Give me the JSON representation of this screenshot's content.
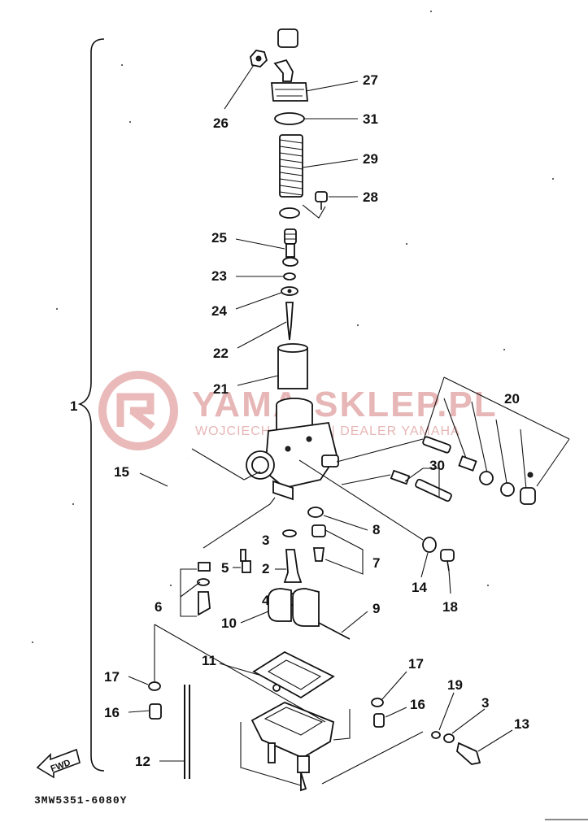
{
  "diagram": {
    "part_numbers": {
      "p1": "1",
      "p2": "2",
      "p3a": "3",
      "p3b": "3",
      "p4": "4",
      "p5": "5",
      "p6": "6",
      "p7": "7",
      "p8": "8",
      "p9": "9",
      "p10": "10",
      "p11": "11",
      "p12": "12",
      "p13": "13",
      "p14": "14",
      "p15": "15",
      "p16a": "16",
      "p16b": "16",
      "p17a": "17",
      "p17b": "17",
      "p18": "18",
      "p19": "19",
      "p20": "20",
      "p21": "21",
      "p22": "22",
      "p23": "23",
      "p24": "24",
      "p25": "25",
      "p26": "26",
      "p27": "27",
      "p28": "28",
      "p29": "29",
      "p30": "30",
      "p31": "31"
    },
    "fwd_label": "FWD",
    "diagram_code": "3MW5351-6080Y",
    "watermark": {
      "brand": "YAMA-SKLEP.PL",
      "tagline": "WOJCIECH GORNY | DEALER YAMAHA"
    }
  }
}
